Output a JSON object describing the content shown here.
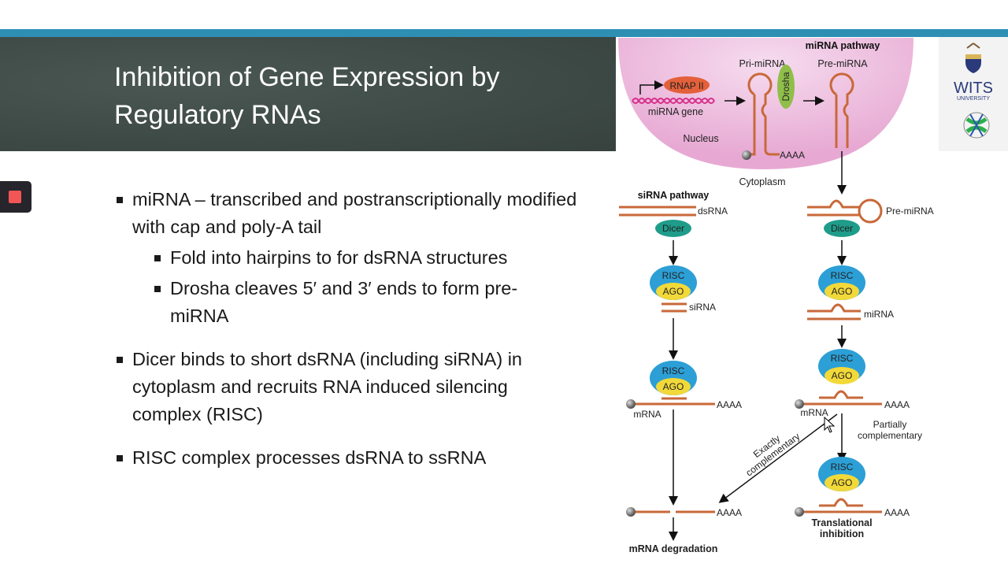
{
  "slide": {
    "title_line1": "Inhibition of Gene Expression by",
    "title_line2": "Regulatory RNAs",
    "bullets": [
      {
        "level": 1,
        "text": "miRNA – transcribed and postranscriptionally modified with cap and poly-A tail"
      },
      {
        "level": 2,
        "text": "Fold into hairpins to for dsRNA structures"
      },
      {
        "level": 2,
        "text": "Drosha cleaves 5′ and 3′ ends to form pre-miRNA"
      },
      {
        "level": 1,
        "text": "Dicer binds to short dsRNA (including siRNA) in cytoplasm and recruits RNA induced silencing complex (RISC)"
      },
      {
        "level": 1,
        "text": "RISC complex processes dsRNA to ssRNA"
      }
    ]
  },
  "logo": {
    "name": "WITS",
    "sub": "UNIVERSITY"
  },
  "diagram": {
    "mirna_pathway": "miRNA pathway",
    "sirna_pathway": "siRNA pathway",
    "pri_mirna": "Pri-miRNA",
    "pre_mirna": "Pre-miRNA",
    "rnap": "RNAP II",
    "mirna_gene": "miRNA gene",
    "drosha": "Drosha",
    "nucleus": "Nucleus",
    "cytoplasm": "Cytoplasm",
    "polya": "AAAA",
    "dsrna": "dsRNA",
    "dicer": "Dicer",
    "risc": "RISC",
    "ago": "AGO",
    "sirna": "siRNA",
    "mirna": "miRNA",
    "mrna": "mRNA",
    "partially_1": "Partially",
    "partially_2": "complementary",
    "exactly_1": "Exactly",
    "exactly_2": "complementary",
    "degradation": "mRNA degradation",
    "translational_1": "Translational",
    "translational_2": "inhibition"
  },
  "colors": {
    "accent_bar": "#2e8fb3",
    "board": "#3e4a46",
    "rna": "#c8693a",
    "risc": "#2c9fd6",
    "ago": "#f2d93a",
    "dicer": "#1f9c8a",
    "drosha": "#8fbf4a",
    "rnap": "#e3603a",
    "stop": "#f25555"
  }
}
